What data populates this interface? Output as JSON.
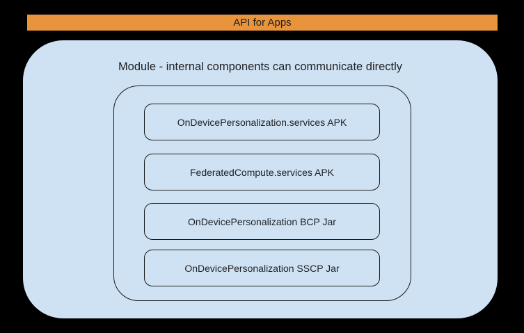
{
  "banner": {
    "label": "API for Apps"
  },
  "module": {
    "title": "Module - internal components can communicate directly",
    "boxes": [
      {
        "label": "OnDevicePersonalization.services APK"
      },
      {
        "label": "FederatedCompute.services APK"
      },
      {
        "label": "OnDevicePersonalization BCP Jar"
      },
      {
        "label": "OnDevicePersonalization SSCP Jar"
      }
    ]
  },
  "colors": {
    "page_background": "#000000",
    "banner_fill": "#E8943C",
    "module_fill": "#CFE2F3",
    "stroke": "#1A1A1A",
    "text": "#202124"
  }
}
